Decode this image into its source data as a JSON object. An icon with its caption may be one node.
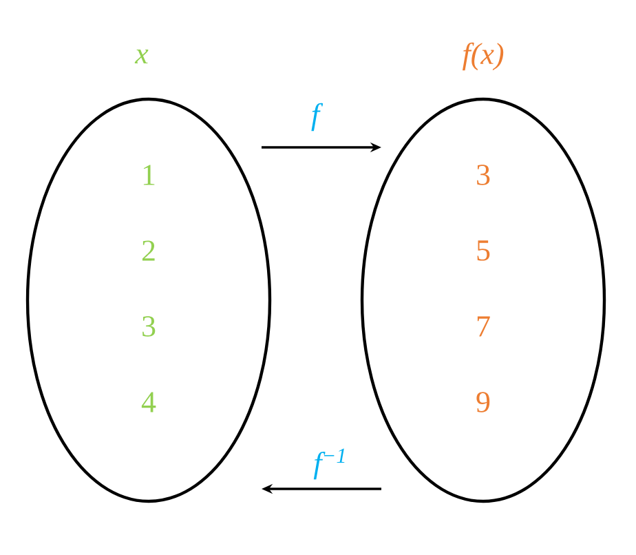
{
  "diagram": {
    "nodes": [
      {
        "text": [
          "x",
          "1",
          "2",
          "3",
          "4"
        ]
      },
      {
        "text": [
          "f(x)",
          "3",
          "5",
          "7",
          "9"
        ]
      }
    ],
    "edges": [
      {
        "from": 0,
        "to": 1,
        "arrow": "to",
        "label": "f"
      },
      {
        "from": 1,
        "to": 0,
        "arrow": "to",
        "label": "f$^{−1}$"
      }
    ]
  }
}
